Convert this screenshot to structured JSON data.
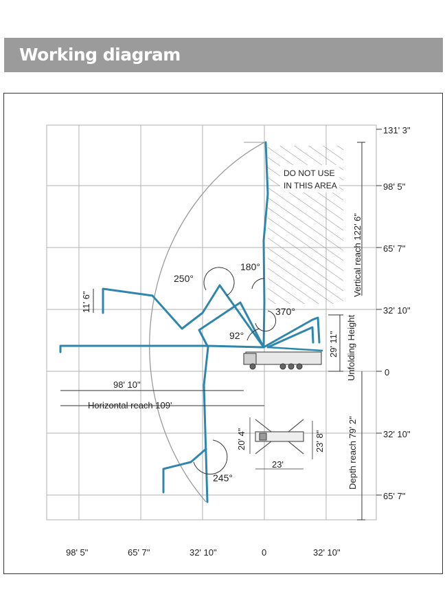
{
  "header": {
    "title": "Working diagram"
  },
  "colors": {
    "boom": "#2f86ad",
    "grid": "#b0b0b0",
    "header_bg": "#9b9b9b",
    "header_text": "#ffffff",
    "arc": "#9a9a9a"
  },
  "axes": {
    "y_right_labels": [
      "131' 3\"",
      "98' 5\"",
      "65' 7\"",
      "32' 10\"",
      "0",
      "32' 10\"",
      "65' 7\""
    ],
    "x_bottom_labels": [
      "98' 5\"",
      "65' 7\"",
      "32' 10\"",
      "0",
      "32' 10\""
    ]
  },
  "no_use_area": {
    "line1": "DO NOT USE",
    "line2": "IN THIS AREA"
  },
  "dimensions": {
    "vertical_reach": "Vertical reach 122' 6\"",
    "unfolding_height": "Unfolding Height",
    "unfolding_value": "29' 11\"",
    "depth_reach": "Depth reach 79' 2\"",
    "horizontal_reach": "Horizontal reach 109'",
    "reach_98": "98' 10\"",
    "hook_height": "11' 6\"",
    "outrigger_front": "20' 4\"",
    "outrigger_rear": "23' 8\"",
    "outrigger_width": "23'"
  },
  "angles": {
    "a250": "250°",
    "a180": "180°",
    "a370": "370°",
    "a92": "92°",
    "a245": "245°"
  }
}
